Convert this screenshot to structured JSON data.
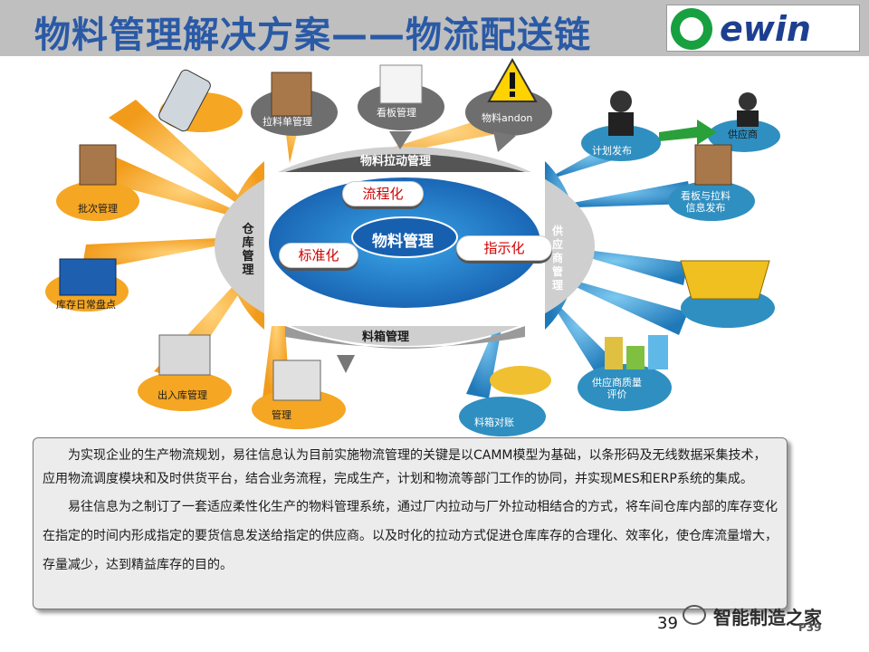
{
  "header": {
    "title": "物料管理解决方案——物流配送链",
    "logo_text": "ewin"
  },
  "diagram": {
    "core_label": "物料管理",
    "pills": [
      "流程化",
      "标准化",
      "指示化"
    ],
    "ring_top_label": "物料拉动管理",
    "ring_bottom_label": "料箱管理",
    "left_vertical": "仓库管理",
    "right_vertical": "供应商管理",
    "top_nodes": [
      "拉料单管理",
      "看板管理",
      "物料andon"
    ],
    "left_nodes": [
      "批次管理",
      "库存日常盘点",
      "出入库管理"
    ],
    "bottom_nodes": [
      "管理",
      "料箱对账"
    ],
    "right_nodes": [
      "计划发布",
      "供应商",
      "看板与拉料\n信息发布",
      "供应商质量\n评价"
    ]
  },
  "description": {
    "paragraphs": [
      "为实现企业的生产物流规划，易往信息认为目前实施物流管理的关键是以CAMM模型为基础，以条形码及无线数据采集技术，应用物流调度模块和及时供货平台，结合业务流程，完成生产，计划和物流等部门工作的协同，并实现MES和ERP系统的集成。",
      "易往信息为之制订了一套适应柔性化生产的物料管理系统，通过厂内拉动与厂外拉动相结合的方式，将车间仓库内部的库存变化在指定的时间内形成指定的要货信息发送给指定的供应商。以及时化的拉动方式促进仓库库存的合理化、效率化，使仓库流量增大，存量减少，达到精益库存的目的。"
    ]
  },
  "footer": {
    "page_number": "39",
    "page_code": "P39",
    "watermark": "智能制造之家"
  },
  "colors": {
    "title_blue": "#2a5aa6",
    "orange": "#f5a623",
    "teal_blue": "#2f8fc0",
    "gray_node": "#6e6e6e"
  }
}
